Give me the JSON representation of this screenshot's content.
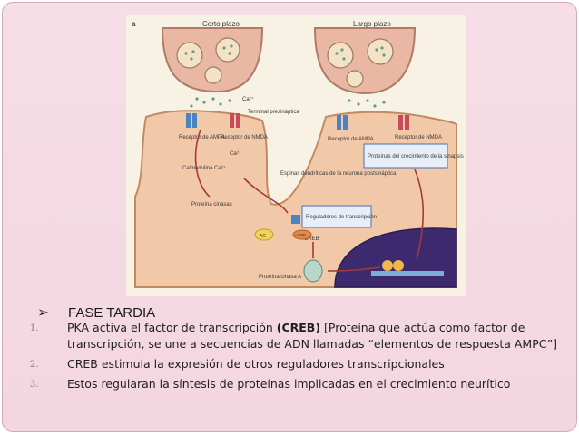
{
  "figure": {
    "panel_letter": "a",
    "left_title": "Corto plazo",
    "right_title": "Largo plazo",
    "labels": {
      "terminal": "Terminal presináptica",
      "ca": "Ca²⁺",
      "ampa_left": "Receptor de AMPA",
      "nmda_left": "Receptor de NMDA",
      "ampa_right": "Receptor de AMPA",
      "nmda_right": "Receptor de NMDA",
      "ca2": "Ca²⁺",
      "calmodulina": "Calmodulina Ca²⁺",
      "proteina_cinasas": "Proteína cinasas",
      "espinas": "Espinas dendríticas de la neurona postsináptica",
      "proteinas_crecimiento": "Proteínas del crecimiento de la sinapsis",
      "reguladores": "Reguladores de transcripción",
      "creb": "CREB",
      "pka": "Proteína cinasa A",
      "camp": "cAMP",
      "ac": "AC"
    }
  },
  "heading": {
    "label": "FASE TARDIA"
  },
  "items": [
    {
      "num": "1.",
      "before": "PKA activa el factor de transcripción ",
      "bold": "(CREB)",
      "after": " [Proteína que actúa como factor de transcripción, se une a secuencias de ADN llamadas “elementos de respuesta AMPC”]"
    },
    {
      "num": "2.",
      "text": "CREB estimula la expresión de otros reguladores transcripcionales"
    },
    {
      "num": "3.",
      "text": "Estos regularan la síntesis de proteínas implicadas en el crecimiento neurítico"
    }
  ]
}
